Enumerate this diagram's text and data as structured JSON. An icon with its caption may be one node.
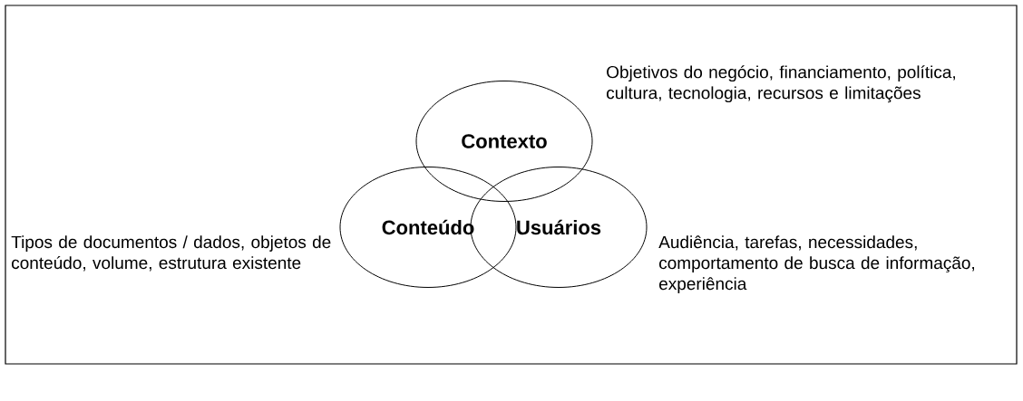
{
  "diagram": {
    "nodes": [
      {
        "text": [
          "Contexto"
        ],
        "beside": [
          "Objetivos do negócio, financiamento, política, cultura, tecnologia, recursos e limitações"
        ]
      },
      {
        "text": [
          "Conteúdo"
        ],
        "beside": [
          "Tipos de documentos / dados, objetos de conteúdo, volume, estrutura existente"
        ]
      },
      {
        "text": [
          "Usuários"
        ],
        "beside": [
          "Audiência, tarefas, necessidades, comportamento de busca de informação, experiência"
        ]
      }
    ]
  }
}
